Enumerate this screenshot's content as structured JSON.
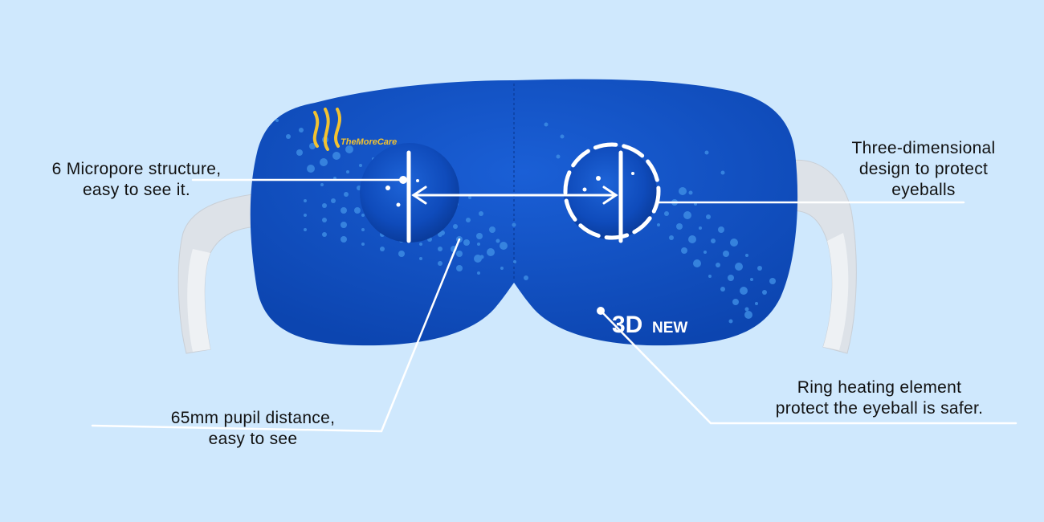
{
  "product": {
    "brand_name": "TheMoreCare",
    "badge_main": "3D",
    "badge_sub": "NEW"
  },
  "callouts": {
    "micropore": {
      "line1": "6 Micropore structure,",
      "line2": "easy to see it."
    },
    "pupil_distance": {
      "line1": "65mm pupil distance,",
      "line2": "easy to see"
    },
    "three_dimensional": {
      "line1": "Three-dimensional",
      "line2": "design to protect",
      "line3": "eyeballs"
    },
    "ring_heating": {
      "line1": "Ring heating element",
      "line2": "protect the eyeball is safer."
    }
  },
  "colors": {
    "background": "#cfe8fd",
    "mask_blue": "#1456c9",
    "mask_dark": "#0d47b4",
    "strap": "#dde2e8",
    "logo_gold": "#f2c230",
    "line": "#ffffff",
    "text": "#111111"
  }
}
